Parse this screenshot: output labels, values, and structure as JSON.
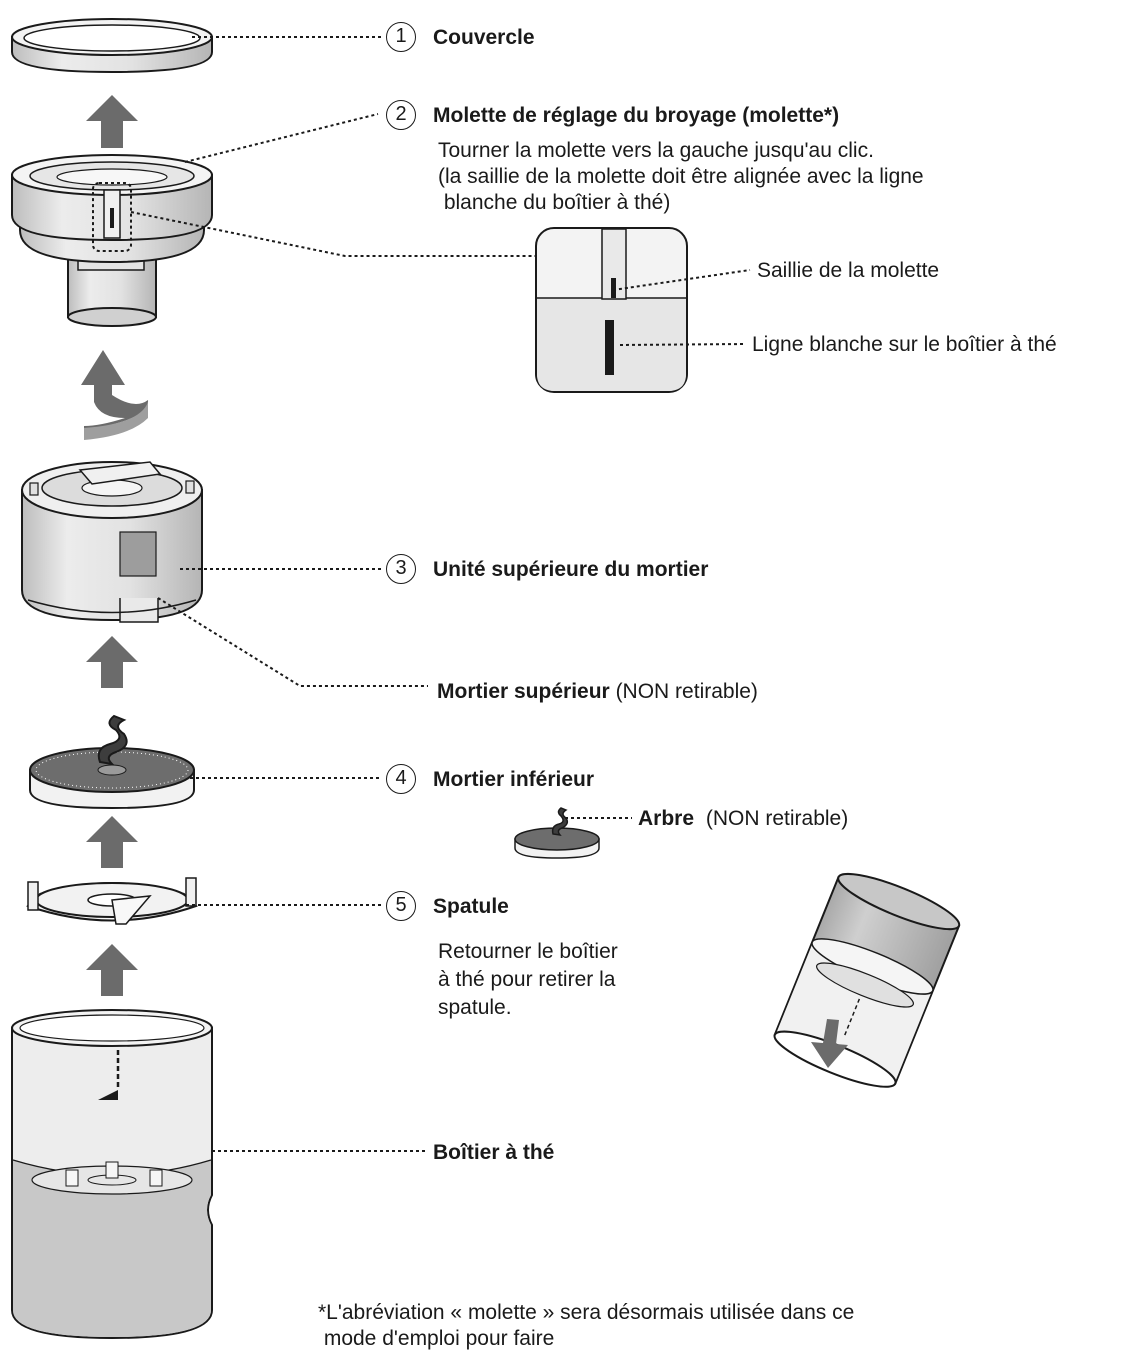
{
  "parts": [
    {
      "number": "1",
      "label": "Couvercle"
    },
    {
      "number": "2",
      "label": "Molette de réglage du broyage (molette*)",
      "note_lines": [
        "Tourner la molette vers la gauche jusqu'au clic.",
        "(la saillie de la molette doit être alignée avec la ligne",
        " blanche du boîtier à thé)"
      ]
    },
    {
      "number": "3",
      "label": "Unité supérieure du mortier"
    },
    {
      "number": "4",
      "label": "Mortier inférieur"
    },
    {
      "number": "5",
      "label": "Spatule",
      "note_lines": [
        "Retourner le boîtier",
        "à thé pour retirer la",
        "spatule."
      ]
    }
  ],
  "callouts": {
    "dial_protrusion": "Saillie de la molette",
    "white_line": "Ligne blanche sur le boîtier à thé",
    "upper_mortar": "Mortier supérieur",
    "upper_mortar_note": "(NON retirable)",
    "shaft": "Arbre",
    "shaft_note": "(NON retirable)",
    "tea_case": "Boîtier à thé"
  },
  "footnote_lines": [
    "*L'abréviation « molette » sera désormais utilisée dans ce",
    " mode d'emploi pour faire"
  ],
  "colors": {
    "ink": "#1a1a1a",
    "part_fill": "#e8e8e8",
    "part_shade": "#c9c9c9",
    "arrow": "#6b6b6b"
  }
}
